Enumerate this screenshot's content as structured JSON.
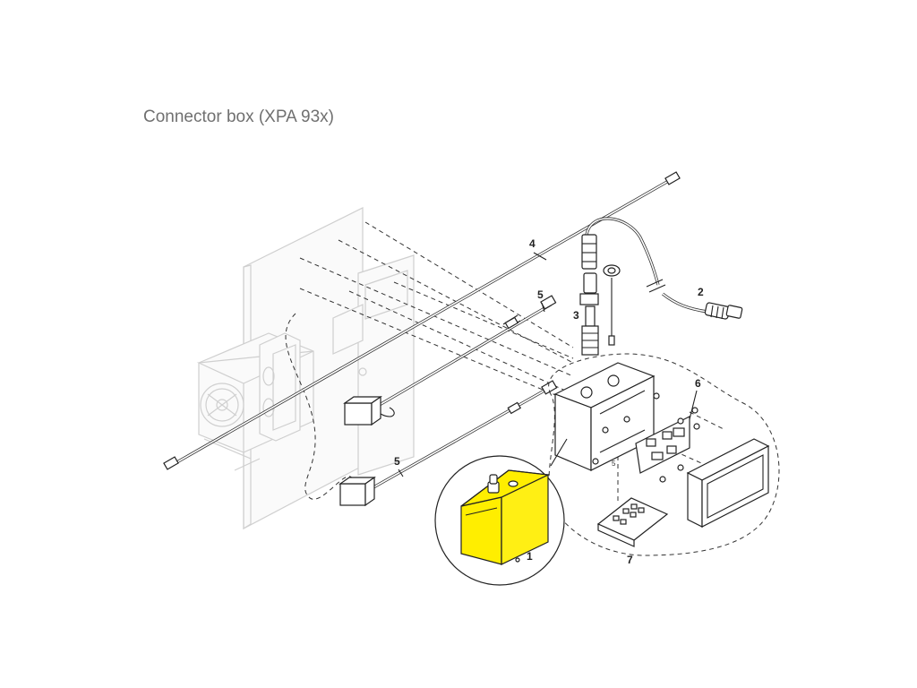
{
  "title": "Connector box (XPA 93x)",
  "highlight_color": "#ffee00",
  "callouts": [
    {
      "id": "1",
      "text": "1",
      "part": "connector-box-assembly"
    },
    {
      "id": "2",
      "text": "2",
      "part": "signal-cable"
    },
    {
      "id": "3",
      "text": "3",
      "part": "cable-gland-connector"
    },
    {
      "id": "4",
      "text": "4",
      "part": "power-cable"
    },
    {
      "id": "5a",
      "text": "5",
      "part": "valve-plug-cable-upper"
    },
    {
      "id": "5b",
      "text": "5",
      "part": "valve-plug-cable-lower"
    },
    {
      "id": "6",
      "text": "6",
      "part": "circuit-board"
    },
    {
      "id": "7",
      "text": "7",
      "part": "keypad"
    }
  ],
  "small_text": "5"
}
